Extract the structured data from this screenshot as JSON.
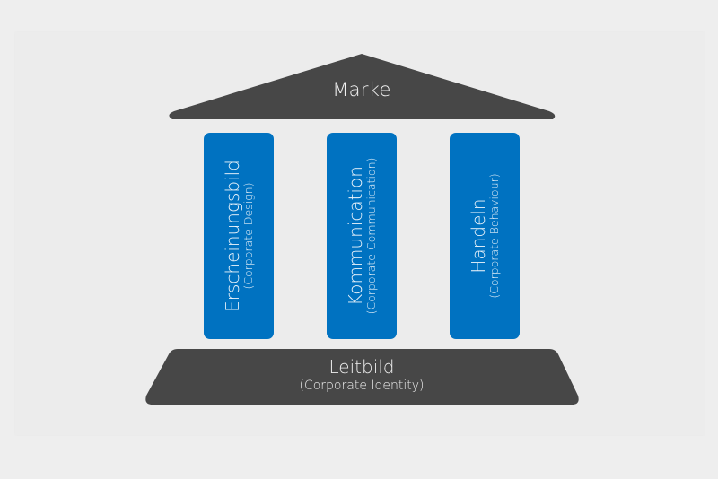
{
  "diagram": {
    "roof": {
      "label": "Marke"
    },
    "pillars": [
      {
        "title": "Erscheinungsbild",
        "subtitle": "(Corporate Design)"
      },
      {
        "title": "Kommunication",
        "subtitle": "(Corporate Communication)"
      },
      {
        "title": "Handeln",
        "subtitle": "(Corporate Behaviour)"
      }
    ],
    "base": {
      "title": "Leitbild",
      "subtitle": "(Corporate Identity)"
    }
  },
  "colors": {
    "background": "#eeeeee",
    "panel": "#ececec",
    "dark_shape": "#474747",
    "pillar": "#0072c1",
    "text_light": "#f2f2f2"
  }
}
